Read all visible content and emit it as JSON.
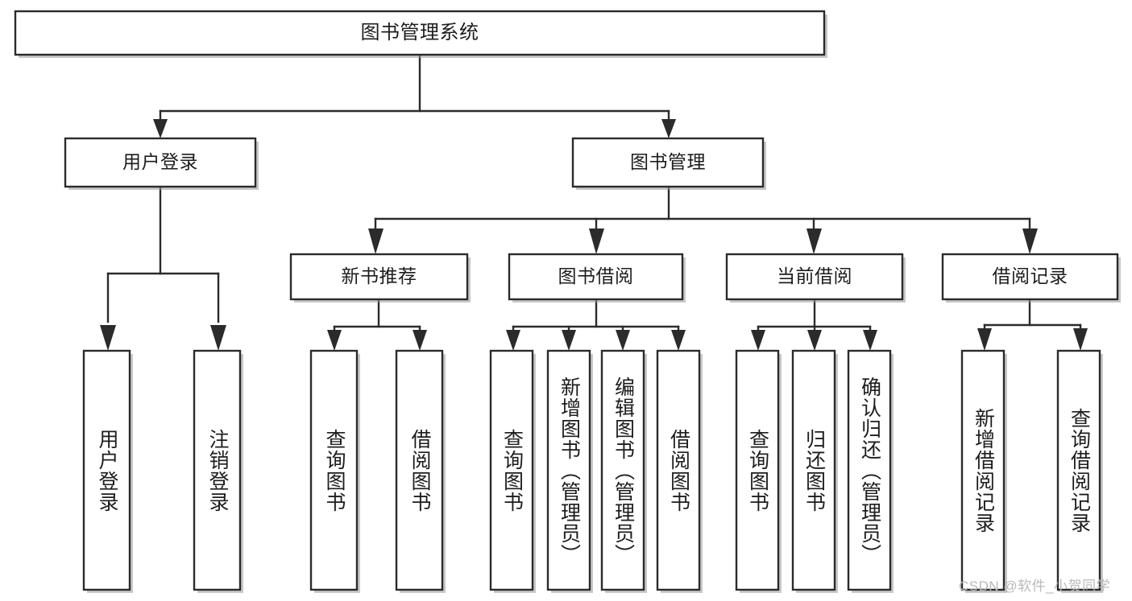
{
  "diagram": {
    "title": "图书管理系统",
    "type": "tree-hierarchy",
    "orientation": "top-down",
    "colors": {
      "box_stroke": "#2b2b2b",
      "box_fill": "#ffffff",
      "connector": "#2b2b2b",
      "watermark": "#b9b9b9",
      "background": "#ffffff"
    },
    "root": {
      "id": "root",
      "label": "图书管理系统"
    },
    "level2": [
      {
        "id": "user-login",
        "label": "用户登录"
      },
      {
        "id": "book-management",
        "label": "图书管理"
      }
    ],
    "level3": [
      {
        "id": "new-book-recommend",
        "label": "新书推荐"
      },
      {
        "id": "book-borrow",
        "label": "图书借阅"
      },
      {
        "id": "current-borrow",
        "label": "当前借阅"
      },
      {
        "id": "borrow-record",
        "label": "借阅记录"
      }
    ],
    "leaves": {
      "user_login": [
        {
          "id": "leaf-user-login",
          "label": "用户登录"
        },
        {
          "id": "leaf-user-logout",
          "label": "注销登录"
        }
      ],
      "new_book_recommend": [
        {
          "id": "leaf-query-book-1",
          "label": "查询图书"
        },
        {
          "id": "leaf-borrow-book-1",
          "label": "借阅图书"
        }
      ],
      "book_borrow": [
        {
          "id": "leaf-query-book-2",
          "label": "查询图书"
        },
        {
          "id": "leaf-add-book",
          "label": "新增图书（管理员）"
        },
        {
          "id": "leaf-edit-book",
          "label": "编辑图书（管理员）"
        },
        {
          "id": "leaf-borrow-book-2",
          "label": "借阅图书"
        }
      ],
      "current_borrow": [
        {
          "id": "leaf-query-book-3",
          "label": "查询图书"
        },
        {
          "id": "leaf-return-book",
          "label": "归还图书"
        },
        {
          "id": "leaf-confirm-return",
          "label": "确认归还（管理员）"
        }
      ],
      "borrow_record": [
        {
          "id": "leaf-add-record",
          "label": "新增借阅记录"
        },
        {
          "id": "leaf-query-record",
          "label": "查询借阅记录"
        }
      ]
    }
  },
  "watermark": {
    "text": "CSDN @软件_小贺同学"
  }
}
